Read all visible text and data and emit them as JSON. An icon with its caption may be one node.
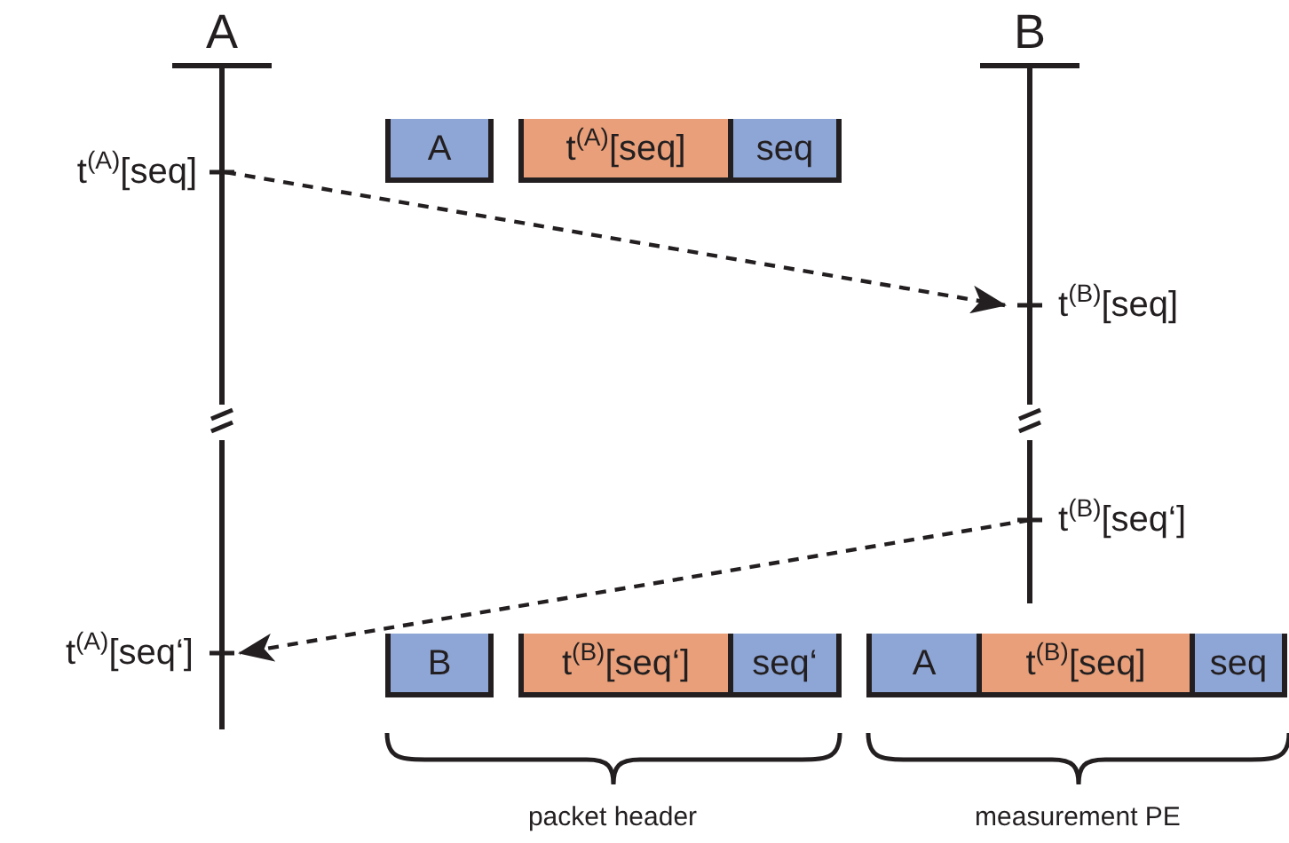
{
  "diagram": {
    "nodes": [
      {
        "text": [
          "A"
        ]
      },
      {
        "text": [
          "B"
        ]
      },
      {
        "text": [
          "t$^{(A)}$[seq]"
        ]
      },
      {
        "text": [
          "A"
        ]
      },
      {
        "text": [
          "t$^{(A)}$[seq]"
        ]
      },
      {
        "text": [
          "seq"
        ]
      },
      {
        "text": [
          "t$^{(B)}$[seq]"
        ]
      },
      {
        "text": [
          "t$^{(B)}$[seq‘]"
        ]
      },
      {
        "text": [
          "t$^{(A)}$[seq‘]"
        ]
      },
      {
        "text": [
          "B"
        ]
      },
      {
        "text": [
          "t$^{(B)}$[seq‘]"
        ]
      },
      {
        "text": [
          "seq‘"
        ]
      },
      {
        "text": [
          "A"
        ]
      },
      {
        "text": [
          "t$^{(B)}$[seq]"
        ]
      },
      {
        "text": [
          "seq"
        ]
      }
    ],
    "edges": [
      {
        "from": 2,
        "to": 6,
        "arrow": "to",
        "style": "dashed"
      },
      {
        "from": 7,
        "to": 8,
        "arrow": "to",
        "style": "dashed"
      }
    ],
    "labels": [
      "packet header",
      "measurement PE"
    ]
  }
}
